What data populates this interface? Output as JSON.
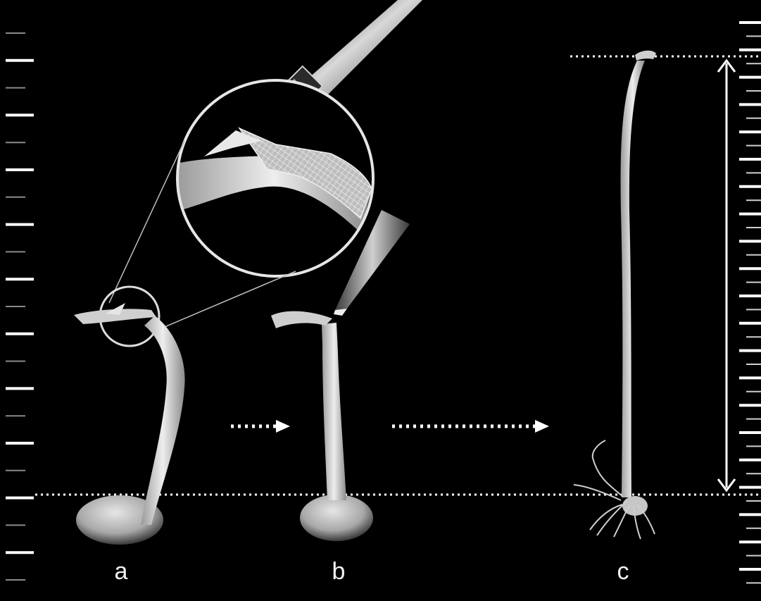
{
  "figure": {
    "panels": [
      {
        "id": "a",
        "label": "a"
      },
      {
        "id": "b",
        "label": "b"
      },
      {
        "id": "c",
        "label": "c"
      }
    ]
  },
  "colors": {
    "background": "#000000",
    "foreground": "#ffffff",
    "seedling": "#d8d8d8"
  },
  "icons": [
    "scalpel-icon",
    "pipette-tip-icon",
    "measurement-arrow-icon"
  ]
}
